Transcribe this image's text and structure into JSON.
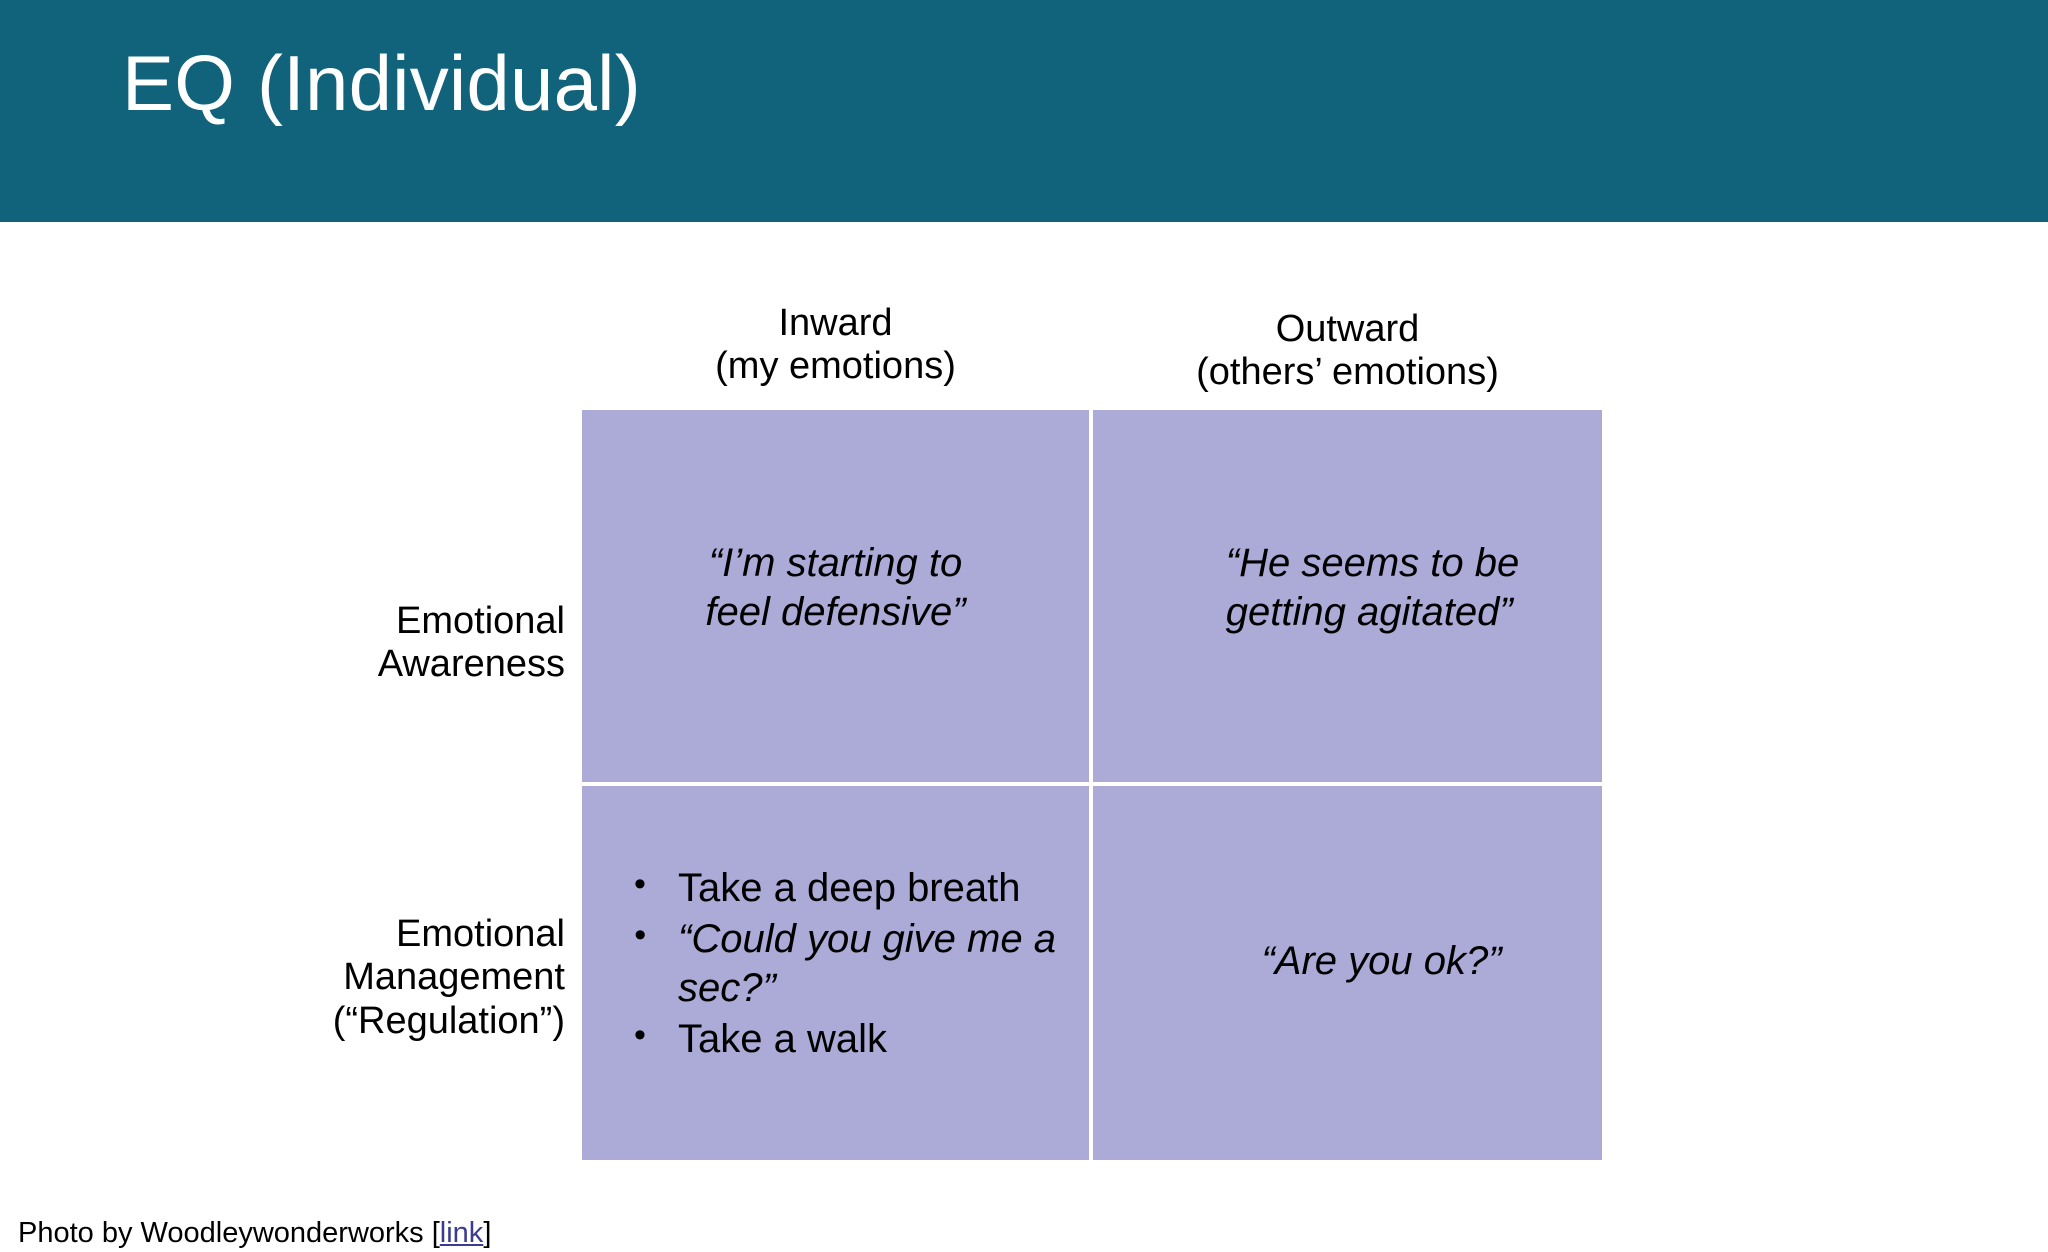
{
  "slide": {
    "title": "EQ (Individual)",
    "banner_color": "#10637B",
    "quadrant_color": "#ACAAD6",
    "background_color": "#FFFFFF"
  },
  "matrix": {
    "columns": [
      {
        "line1": "Inward",
        "line2": "(my emotions)"
      },
      {
        "line1": "Outward",
        "line2": "(others’ emotions)"
      }
    ],
    "rows": [
      {
        "line1": "Emotional",
        "line2": "Awareness",
        "line3": ""
      },
      {
        "line1": "Emotional",
        "line2": "Management",
        "line3": "(“Regulation”)"
      }
    ],
    "cells": {
      "inward_awareness": {
        "line1": "“I’m starting to",
        "line2": "feel defensive”"
      },
      "outward_awareness": {
        "line1": "“He seems to be",
        "line2": "getting agitated”"
      },
      "inward_management": {
        "bullets": [
          {
            "text": "Take a deep breath",
            "italic": false
          },
          {
            "text": "“Could you give me a sec?”",
            "italic": true
          },
          {
            "text": "Take a walk",
            "italic": false
          }
        ]
      },
      "outward_management": {
        "line1": "“Are you ok?”"
      }
    }
  },
  "footer": {
    "credit_prefix": "Photo by Woodleywonderworks [",
    "link_label": "link",
    "credit_suffix": "]",
    "link_color": "#3B3B8F"
  }
}
